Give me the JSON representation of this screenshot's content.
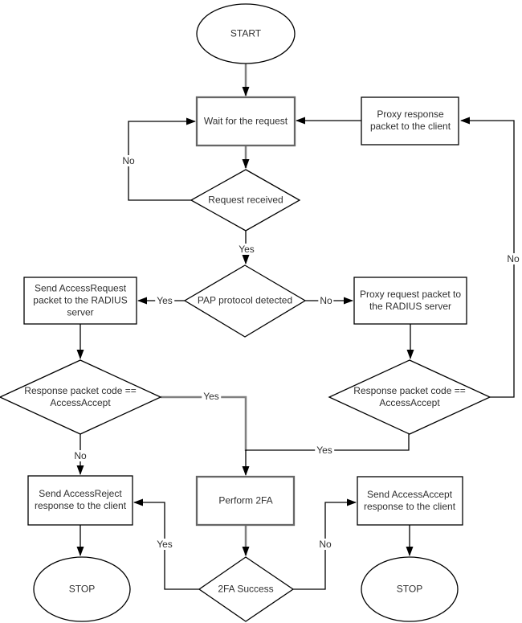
{
  "diagram": {
    "type": "flowchart",
    "subject": "RADIUS proxy with 2FA authentication flow",
    "colors": {
      "background": "#ffffff",
      "line": "#000000",
      "highlight_stroke": "#666666",
      "text": "#2f2f2f",
      "shape_fill": "#ffffff"
    },
    "nodes": {
      "start": {
        "shape": "ellipse",
        "label": "START"
      },
      "wait": {
        "shape": "process",
        "label": "Wait for the request",
        "highlighted": true
      },
      "proxy_response": {
        "shape": "process",
        "label": "Proxy response\npacket to the client"
      },
      "received": {
        "shape": "decision",
        "label": "Request received"
      },
      "pap": {
        "shape": "decision",
        "label": "PAP protocol detected"
      },
      "send_request": {
        "shape": "process",
        "label": "Send AccessRequest\npacket to the RADIUS\nserver"
      },
      "proxy_request": {
        "shape": "process",
        "label": "Proxy request packet to\nthe RADIUS server"
      },
      "resp_code_left": {
        "shape": "decision",
        "label": "Response packet code ==\nAccessAccept"
      },
      "resp_code_right": {
        "shape": "decision",
        "label": "Response packet code ==\nAccessAccept"
      },
      "send_reject": {
        "shape": "process",
        "label": "Send AccessReject\nresponse to the client"
      },
      "perform_2fa": {
        "shape": "process",
        "label": "Perform 2FA",
        "highlighted": true
      },
      "send_accept": {
        "shape": "process",
        "label": "Send AccessAccept\nresponse to the client"
      },
      "stop_left": {
        "shape": "ellipse",
        "label": "STOP"
      },
      "success_2fa": {
        "shape": "decision",
        "label": "2FA Success"
      },
      "stop_right": {
        "shape": "ellipse",
        "label": "STOP"
      }
    },
    "edge_labels": {
      "received_no": "No",
      "received_yes": "Yes",
      "pap_yes": "Yes",
      "pap_no": "No",
      "resp_left_yes": "Yes",
      "resp_left_no": "No",
      "resp_right_yes": "Yes",
      "resp_right_no": "No",
      "success_yes": "Yes",
      "success_no": "No"
    }
  }
}
